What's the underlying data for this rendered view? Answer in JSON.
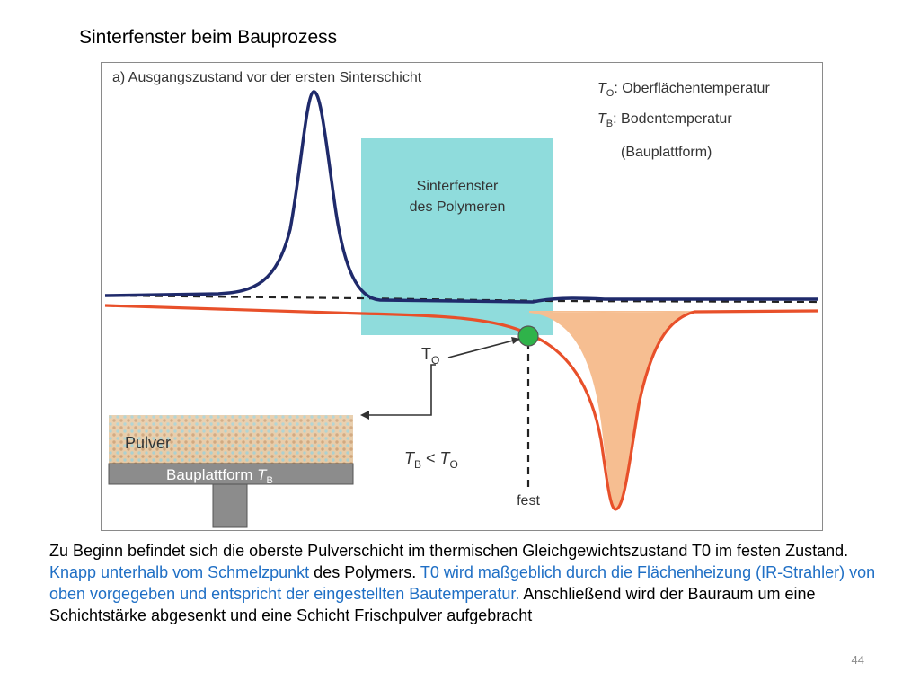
{
  "slide": {
    "title": "Sinterfenster beim Bauprozess",
    "page_number": "44"
  },
  "figure": {
    "panel_label": "a) Ausgangszustand vor der ersten Sinterschicht",
    "legend": {
      "t_o_symbol": "T",
      "t_o_sub": "O",
      "t_o_text": ": Oberflächentemperatur",
      "t_b_symbol": "T",
      "t_b_sub": "B",
      "t_b_text": ": Bodentemperatur",
      "t_b_note": "(Bauplattform)"
    },
    "window_label_line1": "Sinterfenster",
    "window_label_line2": "des Polymeren",
    "t_o_marker_symbol": "T",
    "t_o_marker_sub": "O",
    "powder_label": "Pulver",
    "platform_label": "Bauplattform",
    "platform_symbol": "T",
    "platform_sub": "B",
    "relation_left": "T",
    "relation_left_sub": "B",
    "relation_op": " < ",
    "relation_right": "T",
    "relation_right_sub": "O",
    "solid_label": "fest",
    "colors": {
      "heating_curve": "#1f2a6b",
      "cooling_curve": "#e8502a",
      "sinter_window": "#8fdcdc",
      "cooling_fill": "#f6be91",
      "marker": "#2fb34a",
      "platform": "#8c8c8c"
    }
  },
  "caption": {
    "part1": "Zu Beginn befindet sich die oberste Pulverschicht im thermischen Gleichgewichtszustand T0 im festen Zustand. ",
    "part2": "Knapp unterhalb vom Schmelzpunkt",
    "part3": " des Polymers. ",
    "part4": "T0 wird maßgeblich durch die Flächenheizung (IR-Strahler) von oben vorgegeben und entspricht der eingestellten Bautemperatur.",
    "part5": " Anschließend wird der Bauraum um eine Schichtstärke abgesenkt und eine Schicht Frischpulver aufgebracht"
  }
}
